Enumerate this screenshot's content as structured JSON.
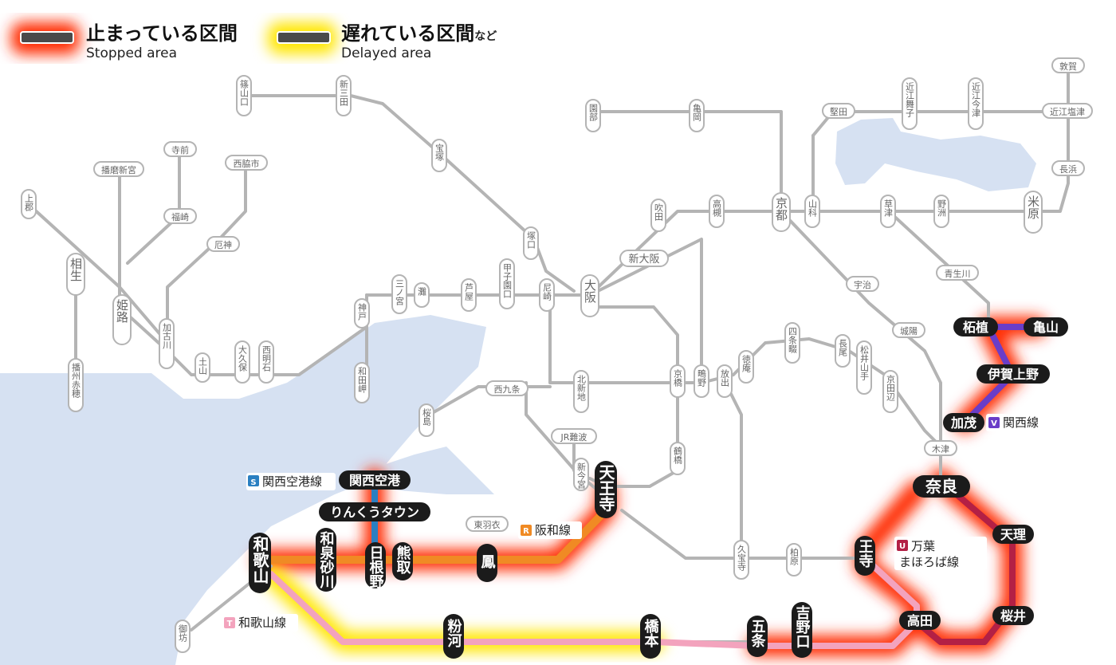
{
  "legend": {
    "stopped": {
      "title": "止まっている区間",
      "subtitle": "Stopped area",
      "color": "#ff2a00"
    },
    "delayed": {
      "title": "遅れている区間",
      "suffix": "など",
      "subtitle": "Delayed area",
      "color": "#ffe600"
    }
  },
  "lines": {
    "kansai_airport": {
      "badge": "S",
      "name": "関西空港線",
      "color": "#2a7fc1"
    },
    "hanwa": {
      "badge": "R",
      "name": "阪和線",
      "color": "#f08a24"
    },
    "wakayama": {
      "badge": "T",
      "name": "和歌山線",
      "color": "#f3a3bd"
    },
    "manyo": {
      "badge": "U",
      "name": "万葉",
      "name2": "まほろば線",
      "color": "#b32045"
    },
    "kansai": {
      "badge": "V",
      "name": "関西線",
      "color": "#6a3dc8"
    }
  },
  "stations_minor": {
    "sasayamaguchi": "篠山口",
    "shinsanda": "新三田",
    "takarazuka": "宝塚",
    "tsukaguchi": "塚口",
    "amagasaki": "尼崎",
    "koshienguchi": "甲子園口",
    "ashiya": "芦屋",
    "nada": "灘",
    "sannomiya": "三ノ宮",
    "kobe": "神戸",
    "wadamisaki": "和田岬",
    "nishiakashi": "西明石",
    "okubo": "大久保",
    "dobo": "土山",
    "kakogawa": "加古川",
    "yakujin": "厄神",
    "nishiwakishi": "西脇市",
    "fukusaki": "福崎",
    "teramae": "寺前",
    "himeji": "姫路",
    "harimashingu": "播磨新宮",
    "aioi": "相生",
    "kamigori": "上郡",
    "banshuako": "播州赤穂",
    "sonobe": "園部",
    "kameoka": "亀岡",
    "kyoto": "京都",
    "yamashina": "山科",
    "katata": "堅田",
    "omimaiko": "近江舞子",
    "omiimazu": "近江今津",
    "tsuruga": "敦賀",
    "omishiotsu": "近江塩津",
    "nagahama": "長浜",
    "maibara": "米原",
    "yasu": "野洲",
    "kusatsu": "草津",
    "takatsuki": "高槻",
    "suita": "吹田",
    "shinosaka": "新大阪",
    "osaka": "大阪",
    "nishikujo": "西九条",
    "sakurajima": "桜島",
    "kitashinchi": "北新地",
    "kyobashi": "京橋",
    "hanaten": "放出",
    "shigino": "鴫野",
    "jrnamba": "JR難波",
    "shinimamiya": "新今宮",
    "tsuruhashi": "鶴橋",
    "shijonawate": "四条畷",
    "tokuan": "徳庵",
    "nagao": "長尾",
    "matsuiyamate": "松井山手",
    "kyotanabe": "京田辺",
    "uji": "宇治",
    "joyo": "城陽",
    "kizu": "木津",
    "kyuhoji": "久宝寺",
    "kashiwara": "柏原",
    "higashihagoromo": "東羽衣",
    "gobo": "御坊",
    "kizuriyama": "木津",
    "aoyama": "青生川"
  },
  "stations_major": {
    "kansai_kuko": "関西空港",
    "rinku_town": "りんくうタウン",
    "hineno": "日根野",
    "kumatori": "熊取",
    "izumisunagawa": "和泉砂川",
    "wakayama": "和歌山",
    "otori": "鳳",
    "tennoji": "天王寺",
    "kokawa": "粉河",
    "hashimoto": "橋本",
    "gojo": "五条",
    "yoshinoguchi": "吉野口",
    "takada": "高田",
    "oji": "王寺",
    "nara": "奈良",
    "tenri": "天理",
    "sakurai": "桜井",
    "kamo": "加茂",
    "iga_ueno": "伊賀上野",
    "tsuge": "柘植",
    "kameyama": "亀山"
  },
  "colors": {
    "gray_line": "#b4b4b4",
    "water": "#d6e1f2",
    "station_bg": "#1b1b1b"
  }
}
